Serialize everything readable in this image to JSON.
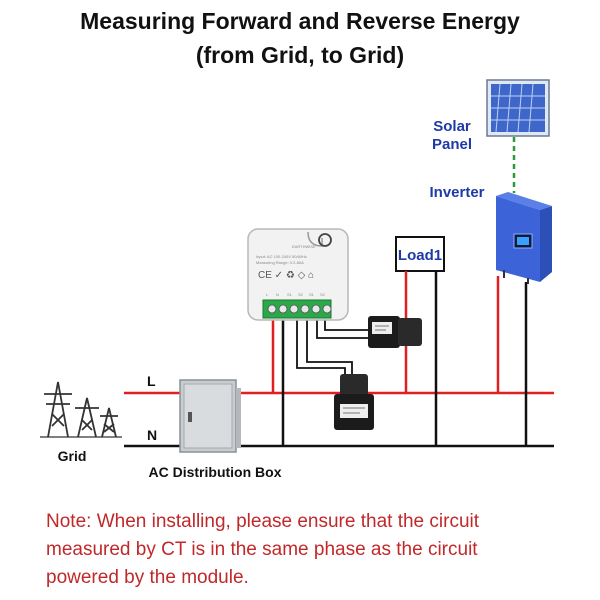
{
  "title_line1": "Measuring Forward and Reverse Energy",
  "title_line2": "(from Grid, to Grid)",
  "labels": {
    "solar_panel_line1": "Solar",
    "solar_panel_line2": "Panel",
    "inverter": "Inverter",
    "load": "Load1",
    "line_L": "L",
    "line_N": "N",
    "grid": "Grid",
    "distribution_box": "AC Distribution Box"
  },
  "module": {
    "brand": "EARTHWISE",
    "spec_line1": "Input: AC 100-240V 50/60Hz",
    "spec_line2": "Measuring Range: 0.2-80A",
    "cert_marks": "CE ✓ ♻ ◇ ⌂",
    "terminal_labels": [
      "L",
      "N",
      "S1",
      "S2",
      "S1",
      "S2"
    ]
  },
  "note_lines": [
    "Note: When installing, please ensure that the circuit",
    "measured by CT is in the same phase as the circuit",
    "powered by the module."
  ],
  "colors": {
    "live_wire": "#e02020",
    "neutral_wire": "#111111",
    "solar_link": "#2a9a3a",
    "label_blue": "#1f3aa6",
    "inverter_blue": "#3d63d8",
    "note_red": "#c0282a"
  },
  "icons": [
    "solar-panel-icon",
    "inverter-icon",
    "grid-tower-icon",
    "distribution-box-icon",
    "energy-meter-module-icon",
    "ct-clamp-icon"
  ]
}
